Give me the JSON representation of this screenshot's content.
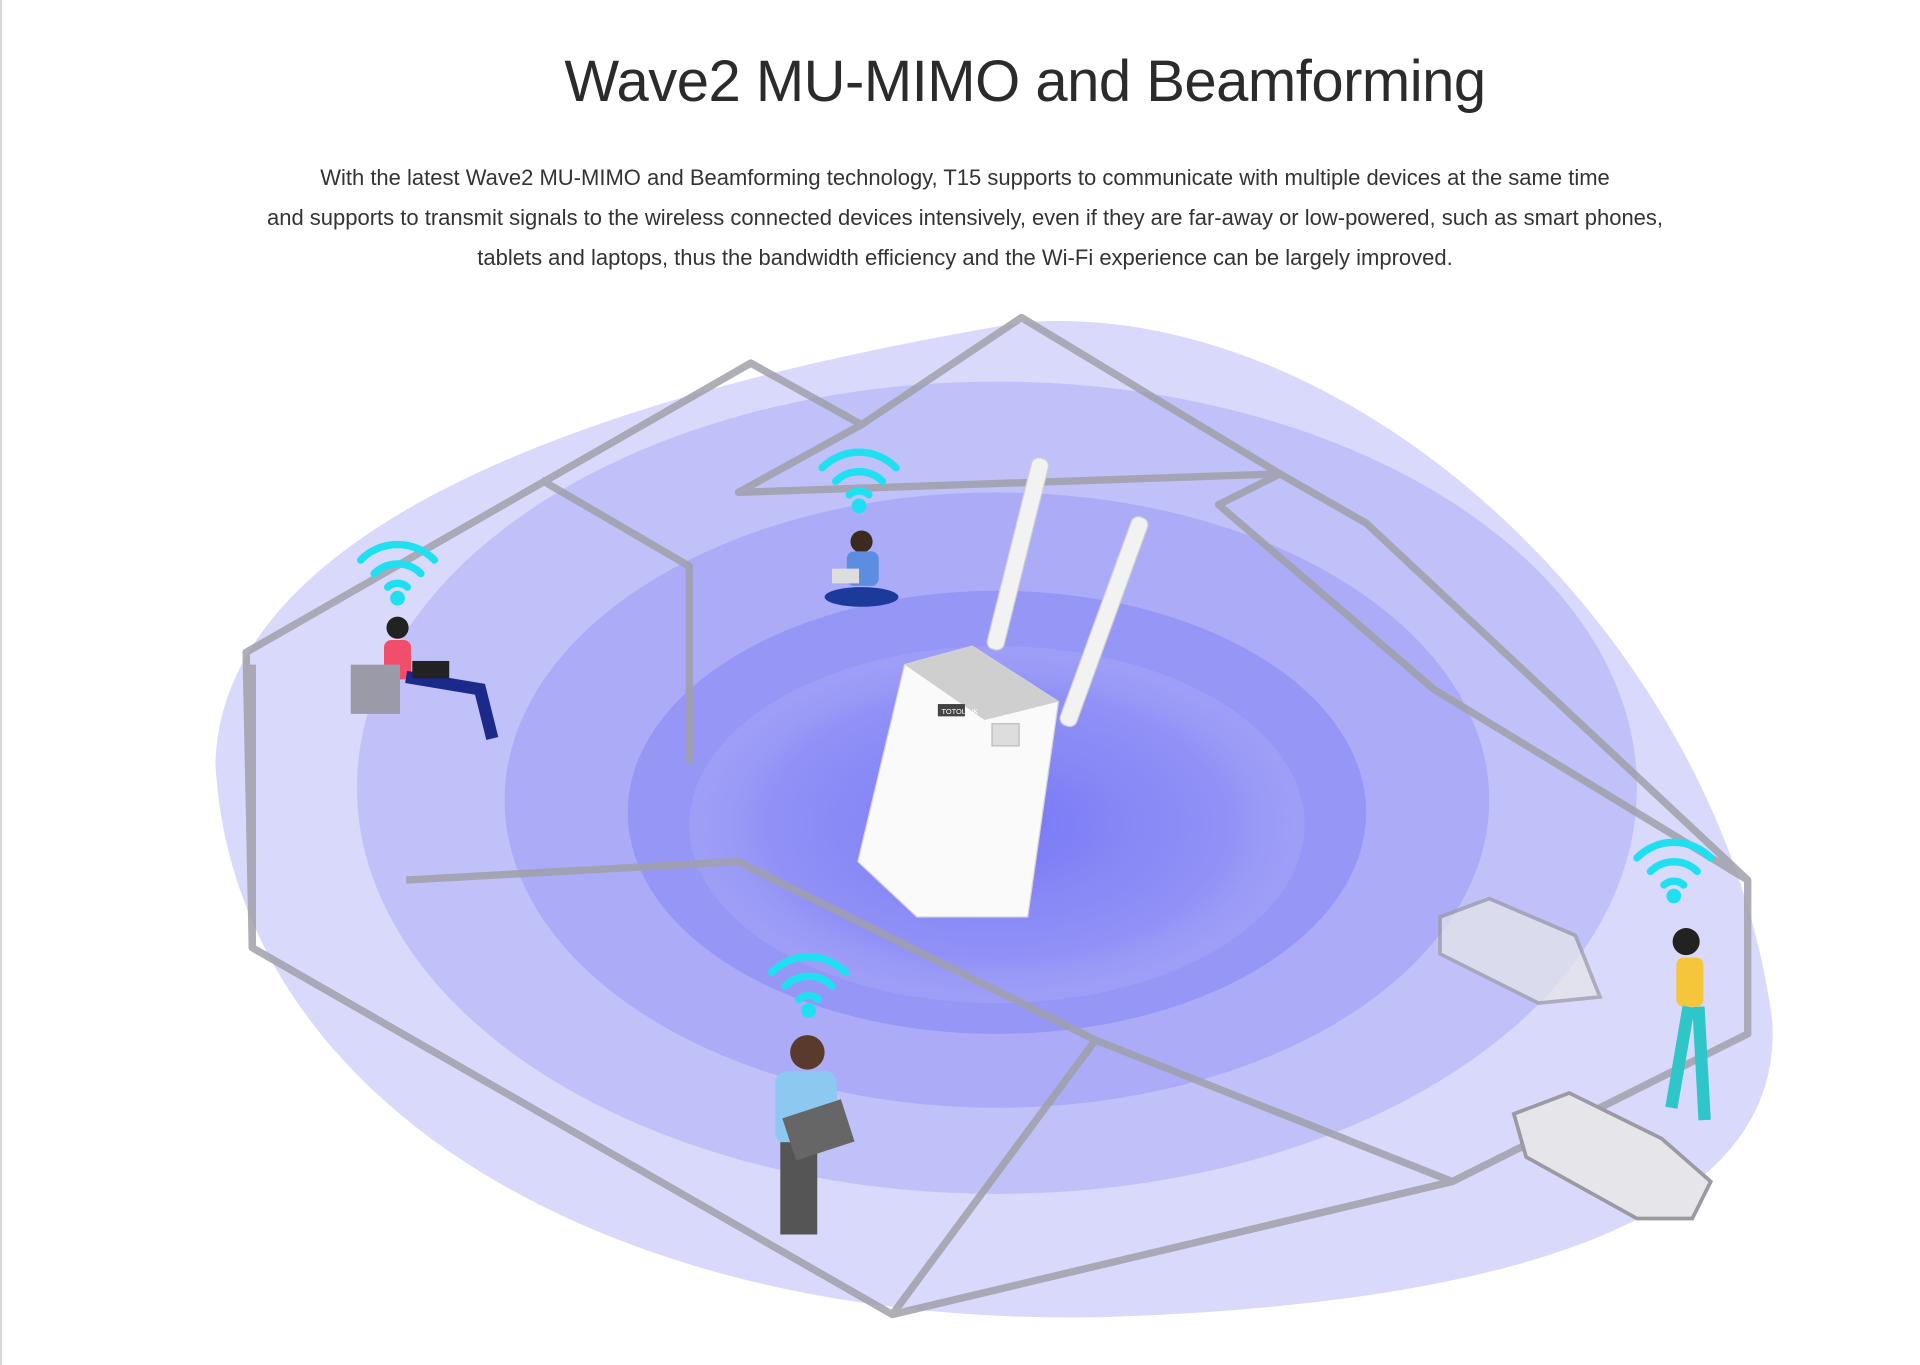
{
  "title": "Wave2 MU-MIMO and Beamforming",
  "description": [
    "With the latest Wave2 MU-MIMO and Beamforming technology, T15 supports to communicate with multiple devices at the same time",
    "and supports to transmit signals to the wireless connected devices intensively, even if they are far-away or low-powered, such as smart phones,",
    "tablets and laptops, thus the bandwidth efficiency and the Wi-Fi experience can be largely improved."
  ],
  "colors": {
    "signal": "#6f6ff5",
    "wifi": "#1ee0f0",
    "wall": "#a9a9b2"
  },
  "illustration": {
    "router_logo": "TOTOLINK"
  }
}
